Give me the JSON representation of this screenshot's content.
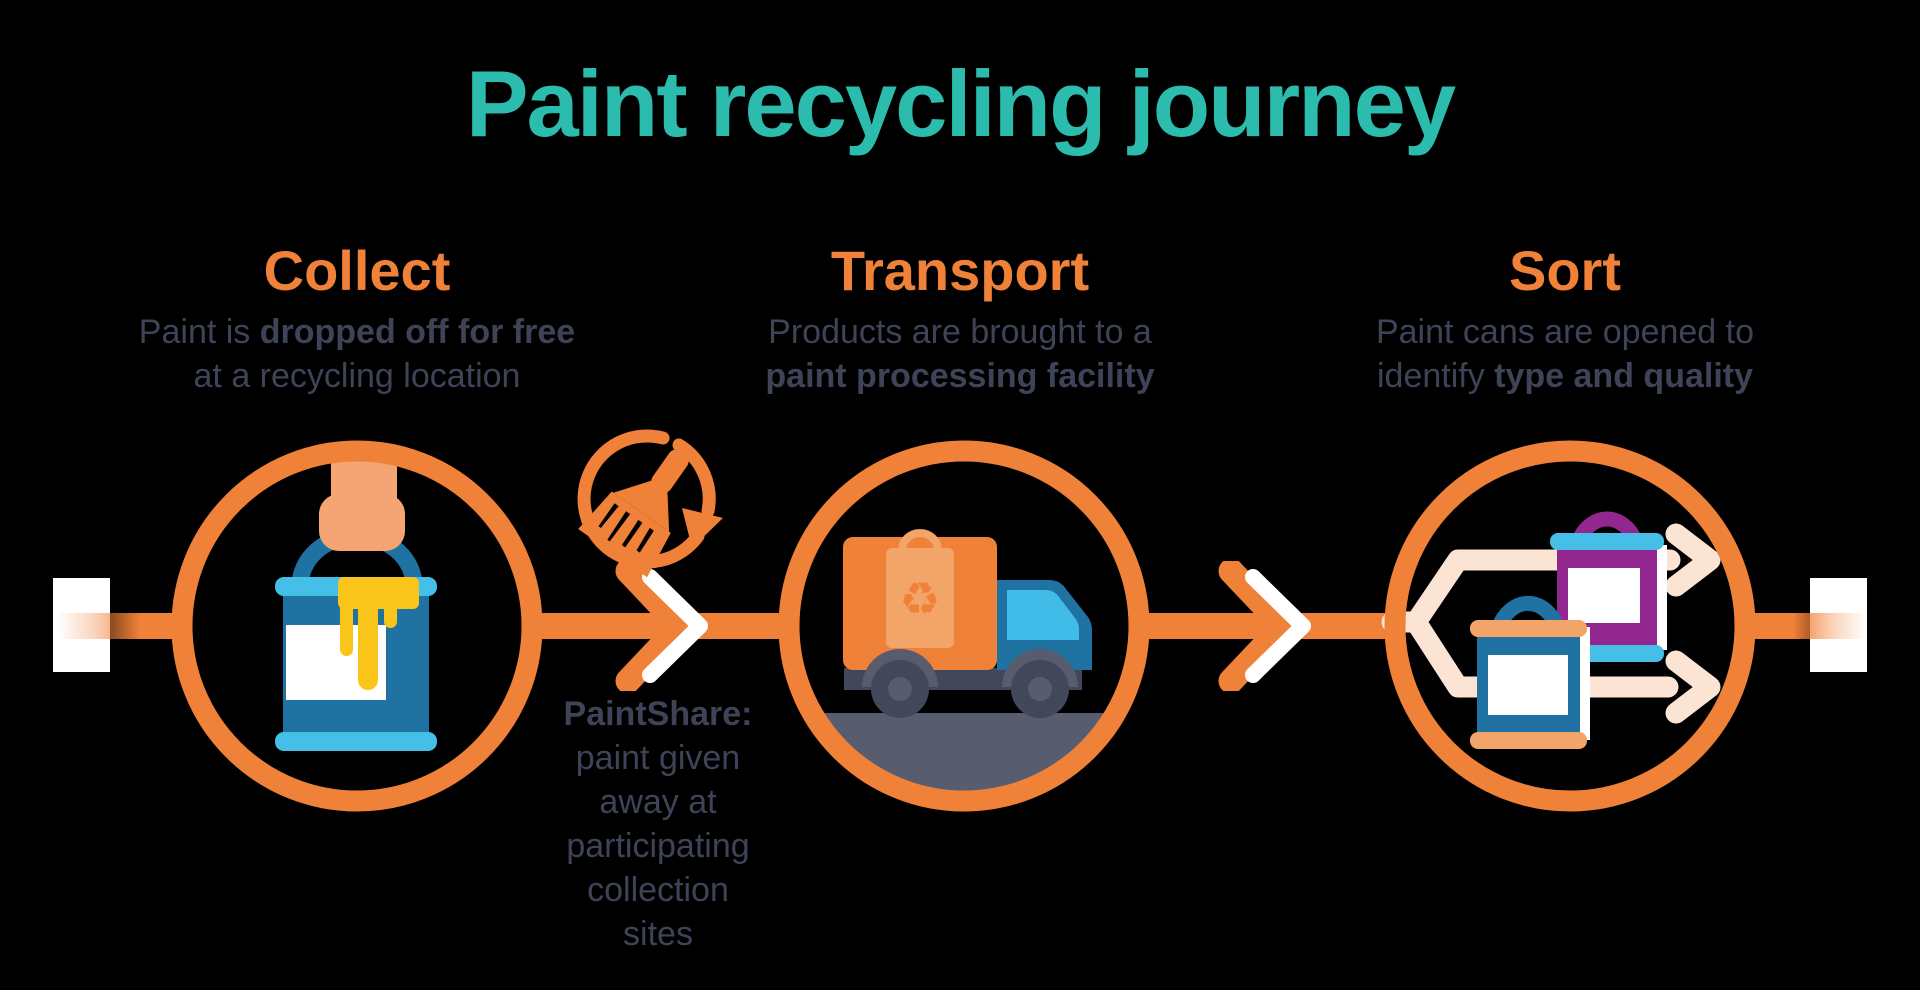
{
  "title": "Paint recycling journey",
  "stages": [
    {
      "heading": "Collect",
      "lines": [
        [
          {
            "t": "Paint is ",
            "b": false
          },
          {
            "t": "dropped off for free",
            "b": true
          }
        ],
        [
          {
            "t": "at a recycling location",
            "b": false
          }
        ]
      ],
      "icon": "hand-holding-paint-can-icon"
    },
    {
      "heading": "Transport",
      "lines": [
        [
          {
            "t": "Products are brought to a",
            "b": false
          }
        ],
        [
          {
            "t": "paint processing facility",
            "b": true
          }
        ]
      ],
      "icon": "recycling-truck-icon"
    },
    {
      "heading": "Sort",
      "lines": [
        [
          {
            "t": "Paint cans are opened to",
            "b": false
          }
        ],
        [
          {
            "t": "identify ",
            "b": false
          },
          {
            "t": "type and quality",
            "b": true
          }
        ]
      ],
      "icon": "sorted-paint-cans-icon"
    }
  ],
  "note": {
    "lines": [
      [
        {
          "t": "PaintShare:",
          "b": true
        }
      ],
      [
        {
          "t": "paint given",
          "b": false
        }
      ],
      [
        {
          "t": "away at",
          "b": false
        }
      ],
      [
        {
          "t": "participating",
          "b": false
        }
      ],
      [
        {
          "t": "collection",
          "b": false
        }
      ],
      [
        {
          "t": "sites",
          "b": false
        }
      ]
    ]
  },
  "flow": {
    "direction": "left-to-right",
    "connector_icon": "chevron-right-icon",
    "between_stage_icon": "paintbrush-recycle-icon",
    "sort_branch_icon": "fork-arrows-icon"
  },
  "colors": {
    "bg": "#000000",
    "teal": "#2BBCAE",
    "orange": "#F08138",
    "dark": "#3E4357",
    "cream": "#FBE4D4",
    "canblue": "#1F72A1",
    "lightblue": "#45BEE8",
    "winblue": "#41BCE9",
    "yellow": "#F9C51A",
    "purple": "#91278F",
    "salmon": "#F2A469",
    "skin": "#F5A573",
    "road": "#575C6E",
    "wheel": "#424859",
    "white": "#FFFFFF"
  }
}
